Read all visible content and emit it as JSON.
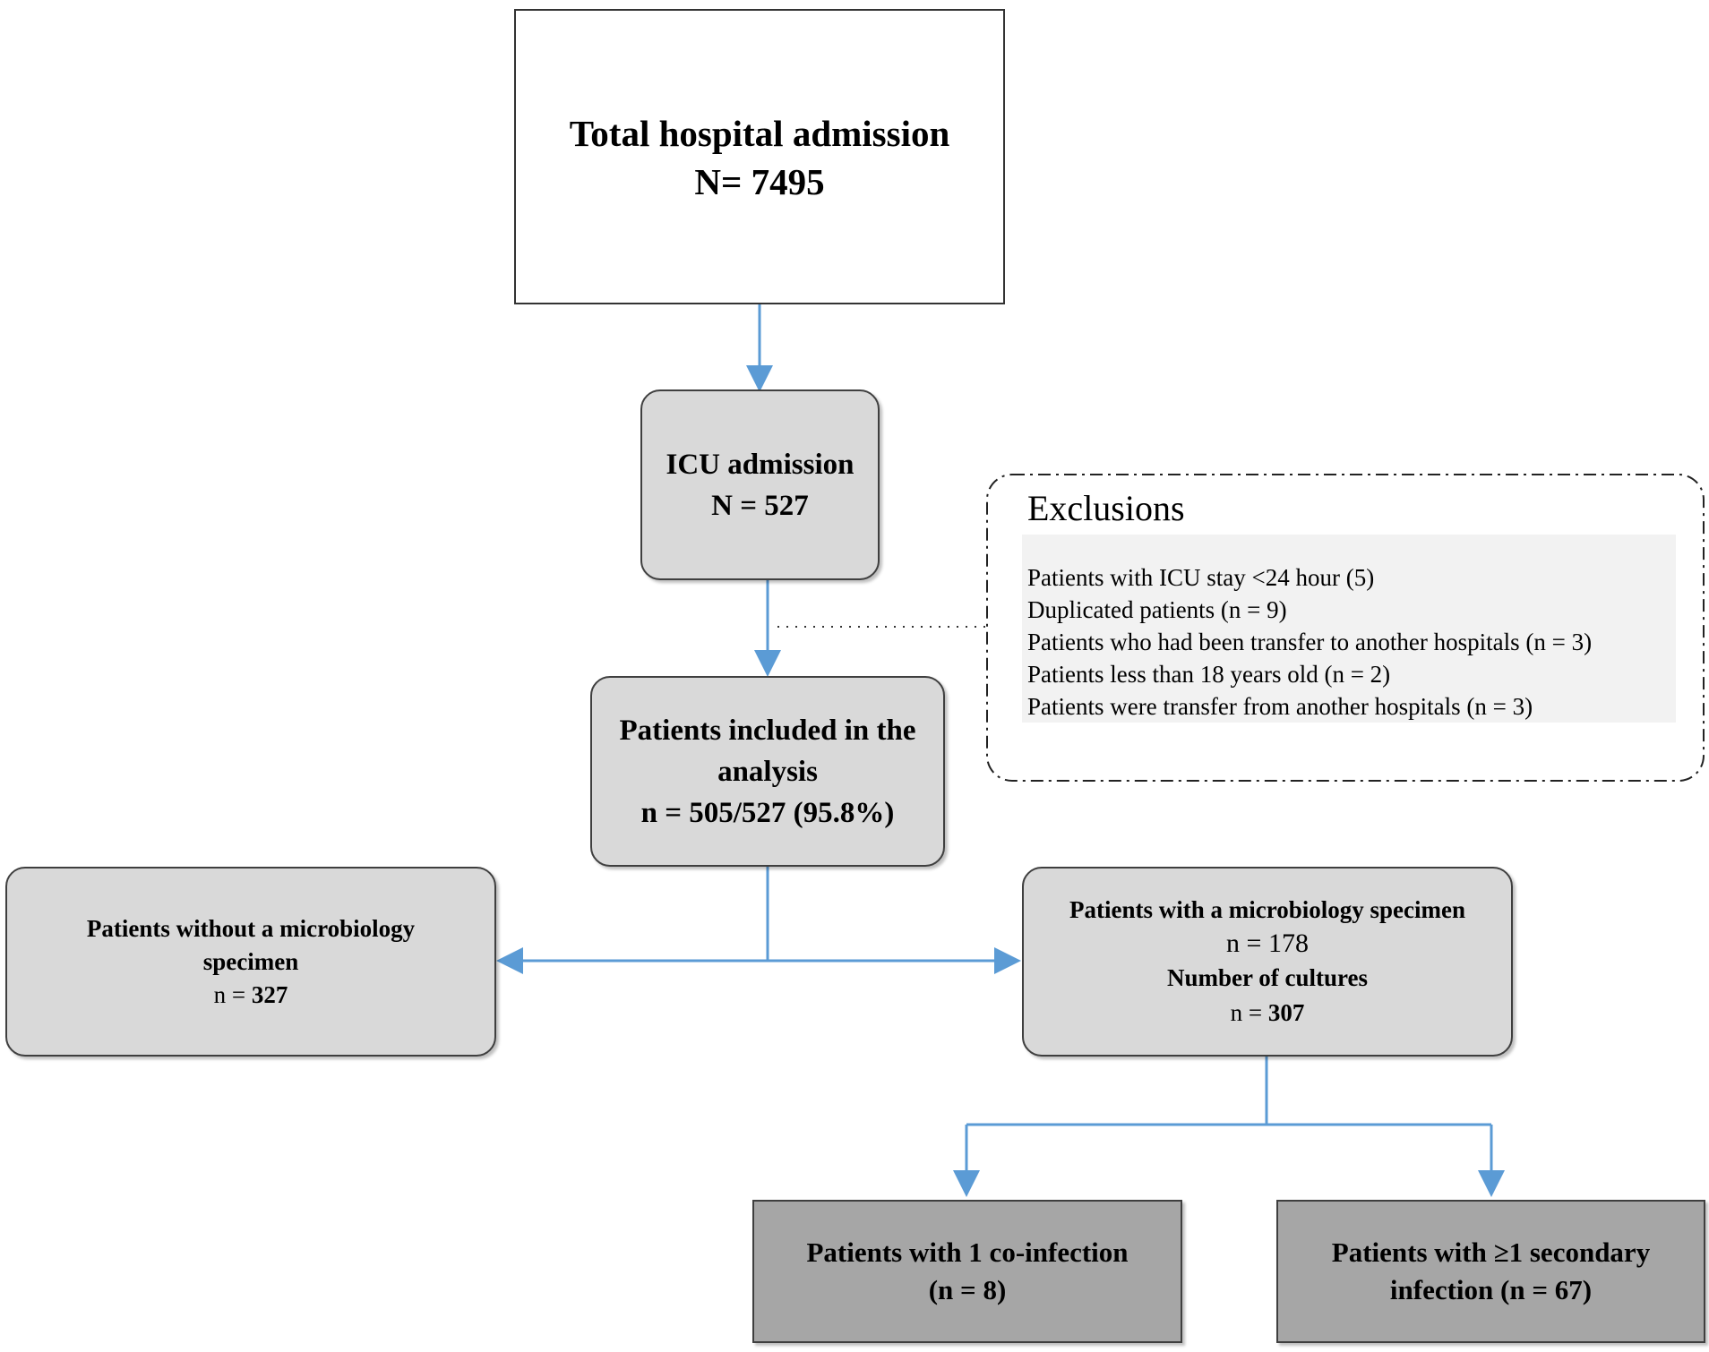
{
  "nodes": {
    "total": {
      "title": "Total hospital admission",
      "count": "N= 7495"
    },
    "icu": {
      "title": "ICU admission",
      "count": "N = 527"
    },
    "included": {
      "title_line1": "Patients included in the",
      "title_line2": "analysis",
      "count": "n = 505/527 (95.8%)"
    },
    "without_micro": {
      "title_line1": "Patients without a microbiology",
      "title_line2": "specimen",
      "count_prefix": "n = ",
      "count_value": "327"
    },
    "with_micro": {
      "title": "Patients with a microbiology specimen",
      "count": "n = 178",
      "cultures_label": "Number of cultures",
      "cultures_prefix": "n = ",
      "cultures_value": "307"
    },
    "coinfection": {
      "title": "Patients with 1 co-infection",
      "count": "(n = 8)"
    },
    "secondary": {
      "title": "Patients with ≥1 secondary",
      "title_line2": "infection (n = 67)"
    }
  },
  "exclusions": {
    "heading": "Exclusions",
    "items": [
      "Patients with ICU stay <24 hour (5)",
      "Duplicated patients (n = 9)",
      "Patients who had been transfer to another hospitals (n = 3)",
      "Patients less than 18 years old (n = 2)",
      "Patients were transfer from another hospitals (n = 3)"
    ]
  },
  "colors": {
    "connector": "#5b9bd5",
    "box_light": "#d9d9d9",
    "box_dark": "#a6a6a6",
    "exclusion_fill": "#f2f2f2"
  }
}
